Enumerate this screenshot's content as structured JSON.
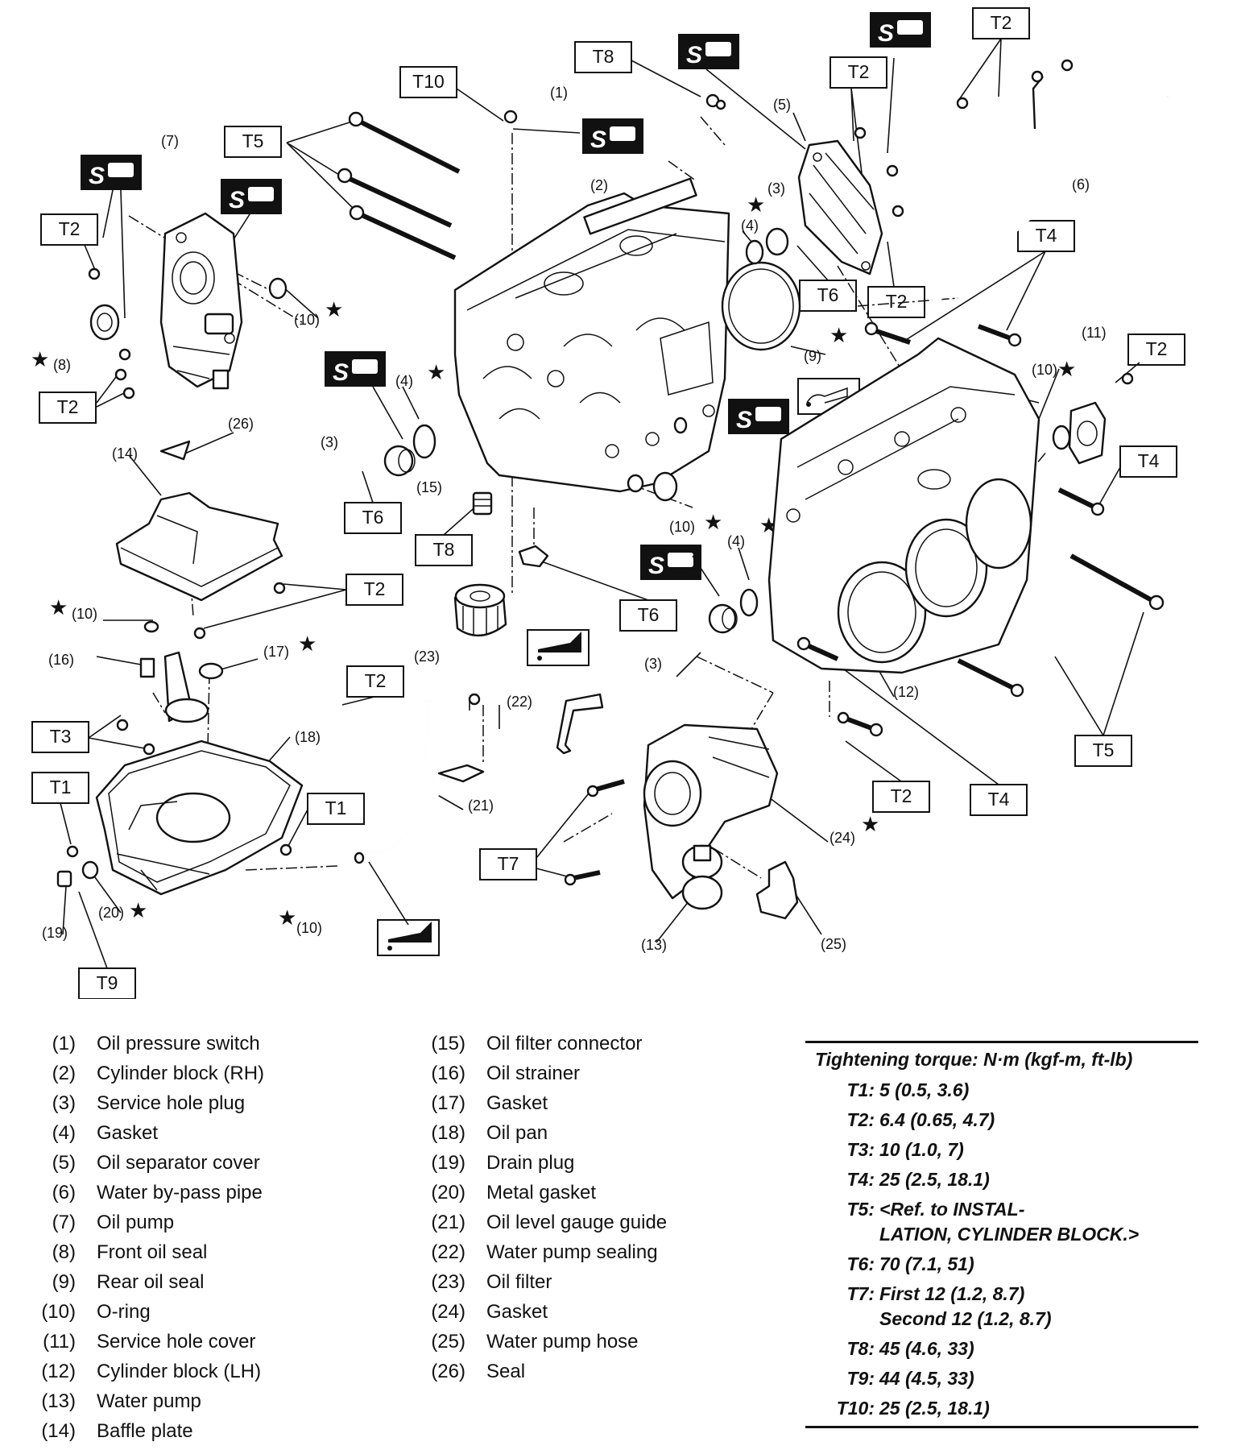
{
  "diagram": {
    "torque_labels": [
      "T1",
      "T2",
      "T3",
      "T4",
      "T5",
      "T6",
      "T7",
      "T8",
      "T9",
      "T10"
    ],
    "callouts": [
      "(1)",
      "(2)",
      "(3)",
      "(4)",
      "(5)",
      "(6)",
      "(7)",
      "(8)",
      "(9)",
      "(10)",
      "(11)",
      "(12)",
      "(13)",
      "(14)",
      "(15)",
      "(16)",
      "(17)",
      "(18)",
      "(19)",
      "(20)",
      "(21)",
      "(22)",
      "(23)",
      "(24)",
      "(25)",
      "(26)"
    ]
  },
  "parts": [
    {
      "num": "(1)",
      "name": "Oil pressure switch"
    },
    {
      "num": "(2)",
      "name": "Cylinder block (RH)"
    },
    {
      "num": "(3)",
      "name": "Service hole plug"
    },
    {
      "num": "(4)",
      "name": "Gasket"
    },
    {
      "num": "(5)",
      "name": "Oil separator cover"
    },
    {
      "num": "(6)",
      "name": "Water by-pass pipe"
    },
    {
      "num": "(7)",
      "name": "Oil pump"
    },
    {
      "num": "(8)",
      "name": "Front oil seal"
    },
    {
      "num": "(9)",
      "name": "Rear oil seal"
    },
    {
      "num": "(10)",
      "name": "O-ring"
    },
    {
      "num": "(11)",
      "name": "Service hole cover"
    },
    {
      "num": "(12)",
      "name": "Cylinder block (LH)"
    },
    {
      "num": "(13)",
      "name": "Water pump"
    },
    {
      "num": "(14)",
      "name": "Baffle plate"
    },
    {
      "num": "(15)",
      "name": "Oil filter connector"
    },
    {
      "num": "(16)",
      "name": "Oil strainer"
    },
    {
      "num": "(17)",
      "name": "Gasket"
    },
    {
      "num": "(18)",
      "name": "Oil pan"
    },
    {
      "num": "(19)",
      "name": "Drain plug"
    },
    {
      "num": "(20)",
      "name": "Metal gasket"
    },
    {
      "num": "(21)",
      "name": "Oil level gauge guide"
    },
    {
      "num": "(22)",
      "name": "Water pump sealing"
    },
    {
      "num": "(23)",
      "name": "Oil filter"
    },
    {
      "num": "(24)",
      "name": "Gasket"
    },
    {
      "num": "(25)",
      "name": "Water pump hose"
    },
    {
      "num": "(26)",
      "name": "Seal"
    }
  ],
  "torque": {
    "title": "Tightening torque: N·m (kgf-m, ft-lb)",
    "rows": [
      {
        "code": "T1:",
        "lines": [
          "5 (0.5, 3.6)"
        ]
      },
      {
        "code": "T2:",
        "lines": [
          "6.4 (0.65, 4.7)"
        ]
      },
      {
        "code": "T3:",
        "lines": [
          "10 (1.0, 7)"
        ]
      },
      {
        "code": "T4:",
        "lines": [
          "25 (2.5, 18.1)"
        ]
      },
      {
        "code": "T5:",
        "lines": [
          "<Ref. to INSTAL-",
          "LATION, CYLINDER BLOCK.>"
        ]
      },
      {
        "code": "T6:",
        "lines": [
          "70 (7.1, 51)"
        ]
      },
      {
        "code": "T7:",
        "lines": [
          "First 12 (1.2, 8.7)",
          "Second 12 (1.2, 8.7)"
        ]
      },
      {
        "code": "T8:",
        "lines": [
          "45 (4.6, 33)"
        ]
      },
      {
        "code": "T9:",
        "lines": [
          "44 (4.5, 33)"
        ]
      },
      {
        "code": "T10:",
        "lines": [
          "25 (2.5, 18.1)"
        ]
      }
    ]
  }
}
